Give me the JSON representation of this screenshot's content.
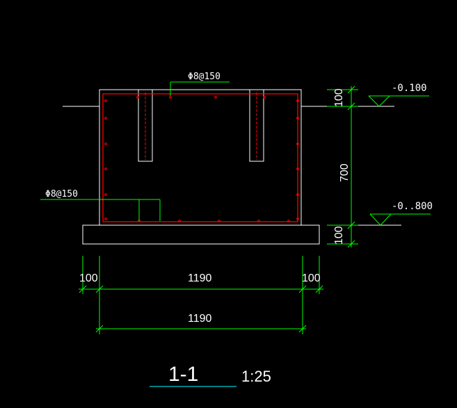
{
  "drawing": {
    "rebar_top_label": "Φ8@150",
    "rebar_left_label": "Φ8@150",
    "elevation_top": "-0.100",
    "elevation_bottom": "-0..800",
    "dims_vertical": {
      "top": "100",
      "middle": "700",
      "bottom": "100"
    },
    "dims_horizontal": {
      "left": "100",
      "middle": "1190",
      "right": "100",
      "overall": "1190"
    },
    "title": {
      "section": "1-1",
      "scale": "1:25"
    }
  },
  "colors": {
    "background": "#000000",
    "outline": "#ffffff",
    "dimension": "#00ff00",
    "rebar": "#ff0000",
    "leader": "#00ff00",
    "title_underline": "#00ffff"
  }
}
